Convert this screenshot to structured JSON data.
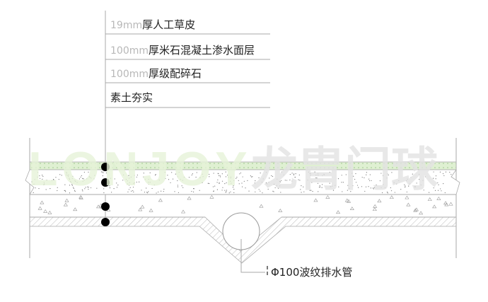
{
  "layers": [
    {
      "thickness": "19mm",
      "name": "厚人工草皮"
    },
    {
      "thickness": "100mm",
      "name": "厚米石混凝土渗水面层"
    },
    {
      "thickness": "100mm",
      "name": "厚级配碎石"
    },
    {
      "thickness": "",
      "name": "素土夯实"
    }
  ],
  "pipe_label": "Φ100波纹排水管",
  "watermark": {
    "latin": "LONJOY",
    "cjk": "龙胄门球"
  },
  "colors": {
    "grass": "#cfe8c0",
    "watermark_latin": "#e6f3d8",
    "watermark_cjk": "#e4e4e4",
    "line": "#aaaaaa"
  }
}
